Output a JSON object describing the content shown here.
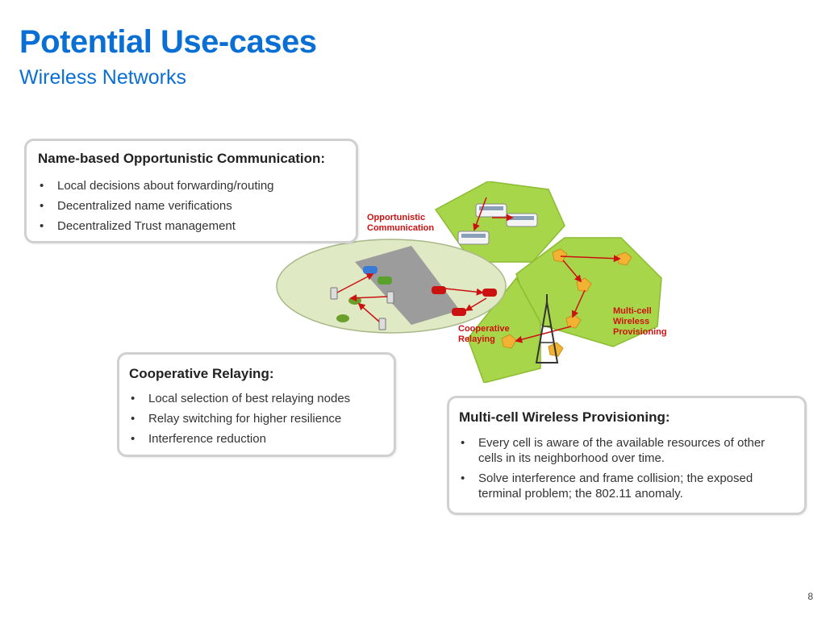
{
  "header": {
    "title": "Potential Use-cases",
    "subtitle": "Wireless Networks"
  },
  "opportunistic": {
    "heading": "Name-based Opportunistic Communication:",
    "bullets": [
      "Local decisions about forwarding/routing",
      "Decentralized name verifications",
      "Decentralized Trust management"
    ]
  },
  "cooperative": {
    "heading": "Cooperative Relaying:",
    "bullets": [
      "Local selection of best relaying nodes",
      "Relay switching for higher resilience",
      "Interference reduction"
    ]
  },
  "multicell": {
    "heading": "Multi-cell Wireless Provisioning:",
    "bullets": [
      "Every cell is aware of the available resources of other cells in its neighborhood over time.",
      "Solve interference and frame collision; the exposed terminal problem; the 802.11 anomaly."
    ]
  },
  "illustration": {
    "label_opportunistic_1": "Opportunistic",
    "label_opportunistic_2": "Communication",
    "label_multicell_1": "Multi-cell",
    "label_multicell_2": "Wireless",
    "label_multicell_3": "Provisioning",
    "label_cooperative_1": "Cooperative",
    "label_cooperative_2": "Relaying",
    "colors": {
      "hexagon": "#a8d64a",
      "ellipse": "#dfe9c4",
      "arrow": "#cc1111",
      "node": "#f2b233",
      "label": "#cc1111"
    }
  },
  "footer": {
    "page_number": "8"
  }
}
